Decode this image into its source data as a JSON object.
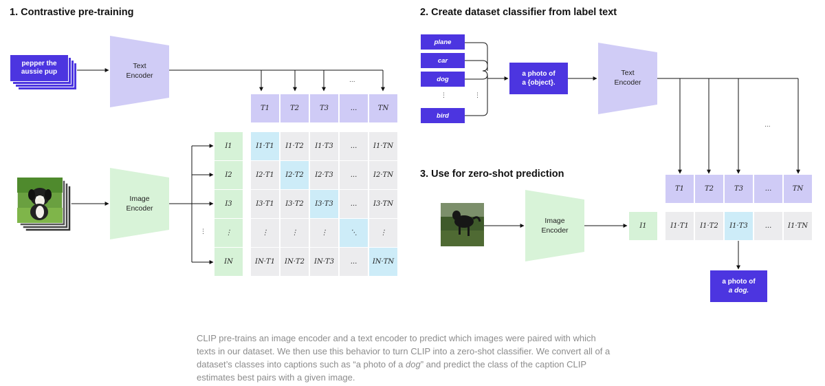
{
  "section1": {
    "title": "1. Contrastive pre-training",
    "text_input_l1": "pepper the",
    "text_input_l2": "aussie pup",
    "text_encoder": {
      "l1": "Text",
      "l2": "Encoder"
    },
    "image_encoder": {
      "l1": "Image",
      "l2": "Encoder"
    },
    "col_headers": [
      "T1",
      "T2",
      "T3",
      "...",
      "TN"
    ],
    "row_headers": [
      "I1",
      "I2",
      "I3",
      "⋮",
      "IN"
    ],
    "matrix": [
      [
        "I1·T1",
        "I1·T2",
        "I1·T3",
        "...",
        "I1·TN"
      ],
      [
        "I2·T1",
        "I2·T2",
        "I2·T3",
        "...",
        "I2·TN"
      ],
      [
        "I3·T1",
        "I3·T2",
        "I3·T3",
        "...",
        "I3·TN"
      ],
      [
        "⋮",
        "⋮",
        "⋮",
        "⋱",
        "⋮"
      ],
      [
        "IN·T1",
        "IN·T2",
        "IN·T3",
        "...",
        "IN·TN"
      ]
    ],
    "ellipsis": "...",
    "vdots": "⋮"
  },
  "section2": {
    "title": "2. Create dataset classifier from label text",
    "labels": [
      "plane",
      "car",
      "dog",
      "bird"
    ],
    "vdots": "⋮",
    "template_l1": "a photo of",
    "template_l2": "a {object}.",
    "text_encoder": {
      "l1": "Text",
      "l2": "Encoder"
    },
    "ellipsis": "..."
  },
  "section3": {
    "title": "3. Use for zero-shot prediction",
    "image_encoder": {
      "l1": "Image",
      "l2": "Encoder"
    },
    "image_feature": "I1",
    "col_headers": [
      "T1",
      "T2",
      "T3",
      "...",
      "TN"
    ],
    "products": [
      "I1·T1",
      "I1·T2",
      "I1·T3",
      "...",
      "I1·TN"
    ],
    "result_l1": "a photo of",
    "result_l2": "a dog."
  },
  "caption": {
    "part1": "CLIP pre-trains an image encoder and a text encoder to predict which images were paired with which texts in our dataset. We then use this behavior to turn CLIP into a zero-shot classifier. We convert all of a dataset’s classes into captions such as “a photo of a ",
    "emph": "dog",
    "part2": "” and predict the class of the caption CLIP estimates best pairs with a given image."
  },
  "colors": {
    "purple": "#4c35e0",
    "text_cell": "#cfcbf6",
    "image_cell": "#d6f2d7",
    "product_cell": "#ececee",
    "diagonal_cell": "#cdecf8"
  }
}
